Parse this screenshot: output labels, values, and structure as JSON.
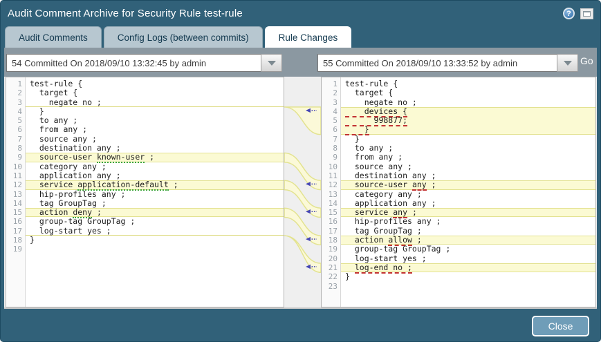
{
  "window": {
    "title": "Audit Comment Archive for Security Rule test-rule",
    "help_glyph": "?"
  },
  "tabs": [
    {
      "label": "Audit Comments",
      "active": false
    },
    {
      "label": "Config Logs (between commits)",
      "active": false
    },
    {
      "label": "Rule Changes",
      "active": true
    }
  ],
  "toolbar": {
    "left_commit": "54 Committed On 2018/09/10 13:32:45 by admin",
    "right_commit": "55 Committed On 2018/09/10 13:33:52 by admin",
    "go_label": "Go"
  },
  "diff": {
    "left_pane": {
      "lines": [
        {
          "n": 1,
          "parts": [
            {
              "t": "test-rule {"
            }
          ]
        },
        {
          "n": 2,
          "parts": [
            {
              "t": "  target {"
            }
          ]
        },
        {
          "n": 3,
          "mb": true,
          "parts": [
            {
              "t": "    negate no ;"
            }
          ]
        },
        {
          "n": 4,
          "parts": [
            {
              "t": "  }"
            }
          ]
        },
        {
          "n": 5,
          "parts": [
            {
              "t": "  to any ;"
            }
          ]
        },
        {
          "n": 6,
          "parts": [
            {
              "t": "  from any ;"
            }
          ]
        },
        {
          "n": 7,
          "parts": [
            {
              "t": "  source any ;"
            }
          ]
        },
        {
          "n": 8,
          "parts": [
            {
              "t": "  destination any ;"
            }
          ]
        },
        {
          "n": 9,
          "hl": true,
          "bt": true,
          "bb": true,
          "parts": [
            {
              "t": "  source-user "
            },
            {
              "t": "known-user",
              "m": "del"
            },
            {
              "t": " ;"
            }
          ]
        },
        {
          "n": 10,
          "parts": [
            {
              "t": "  category any ;"
            }
          ]
        },
        {
          "n": 11,
          "parts": [
            {
              "t": "  application any ;"
            }
          ]
        },
        {
          "n": 12,
          "hl": true,
          "bt": true,
          "bb": true,
          "parts": [
            {
              "t": "  service "
            },
            {
              "t": "application-default",
              "m": "del"
            },
            {
              "t": " ;"
            }
          ]
        },
        {
          "n": 13,
          "parts": [
            {
              "t": "  hip-profiles any ;"
            }
          ]
        },
        {
          "n": 14,
          "parts": [
            {
              "t": "  tag GroupTag ;"
            }
          ]
        },
        {
          "n": 15,
          "hl": true,
          "bt": true,
          "bb": true,
          "parts": [
            {
              "t": "  action "
            },
            {
              "t": "deny",
              "m": "del"
            },
            {
              "t": " ;"
            }
          ]
        },
        {
          "n": 16,
          "parts": [
            {
              "t": "  group-tag GroupTag ;"
            }
          ]
        },
        {
          "n": 17,
          "mb": true,
          "parts": [
            {
              "t": "  log-start yes ;"
            }
          ]
        },
        {
          "n": 18,
          "parts": [
            {
              "t": "}"
            }
          ]
        },
        {
          "n": 19,
          "parts": [
            {
              "t": ""
            }
          ]
        }
      ]
    },
    "right_pane": {
      "lines": [
        {
          "n": 1,
          "parts": [
            {
              "t": "test-rule {"
            }
          ]
        },
        {
          "n": 2,
          "parts": [
            {
              "t": "  target {"
            }
          ]
        },
        {
          "n": 3,
          "parts": [
            {
              "t": "    negate no ;"
            }
          ]
        },
        {
          "n": 4,
          "hl": true,
          "bt": true,
          "parts": [
            {
              "t": "    devices {",
              "m": "add"
            }
          ]
        },
        {
          "n": 5,
          "hl": true,
          "parts": [
            {
              "t": "      998877;",
              "m": "add"
            }
          ]
        },
        {
          "n": 6,
          "hl": true,
          "bb": true,
          "parts": [
            {
              "t": "    }",
              "m": "add"
            }
          ]
        },
        {
          "n": 7,
          "parts": [
            {
              "t": "  }"
            }
          ]
        },
        {
          "n": 8,
          "parts": [
            {
              "t": "  to any ;"
            }
          ]
        },
        {
          "n": 9,
          "parts": [
            {
              "t": "  from any ;"
            }
          ]
        },
        {
          "n": 10,
          "parts": [
            {
              "t": "  source any ;"
            }
          ]
        },
        {
          "n": 11,
          "parts": [
            {
              "t": "  destination any ;"
            }
          ]
        },
        {
          "n": 12,
          "hl": true,
          "bt": true,
          "bb": true,
          "parts": [
            {
              "t": "  source-user "
            },
            {
              "t": "any",
              "m": "add"
            },
            {
              "t": " ;"
            }
          ]
        },
        {
          "n": 13,
          "parts": [
            {
              "t": "  category any ;"
            }
          ]
        },
        {
          "n": 14,
          "parts": [
            {
              "t": "  application any ;"
            }
          ]
        },
        {
          "n": 15,
          "hl": true,
          "bt": true,
          "bb": true,
          "parts": [
            {
              "t": "  service "
            },
            {
              "t": "any",
              "m": "add"
            },
            {
              "t": " ;"
            }
          ]
        },
        {
          "n": 16,
          "parts": [
            {
              "t": "  hip-profiles any ;"
            }
          ]
        },
        {
          "n": 17,
          "parts": [
            {
              "t": "  tag GroupTag ;"
            }
          ]
        },
        {
          "n": 18,
          "hl": true,
          "bt": true,
          "bb": true,
          "parts": [
            {
              "t": "  action "
            },
            {
              "t": "allow",
              "m": "add"
            },
            {
              "t": " ;"
            }
          ]
        },
        {
          "n": 19,
          "parts": [
            {
              "t": "  group-tag GroupTag ;"
            }
          ]
        },
        {
          "n": 20,
          "parts": [
            {
              "t": "  log-start yes ;"
            }
          ]
        },
        {
          "n": 21,
          "hl": true,
          "bt": true,
          "bb": true,
          "parts": [
            {
              "t": "  "
            },
            {
              "t": "log-end no ;",
              "m": "add"
            }
          ]
        },
        {
          "n": 22,
          "parts": [
            {
              "t": "}"
            }
          ]
        },
        {
          "n": 23,
          "parts": [
            {
              "t": ""
            }
          ]
        }
      ]
    },
    "connectors": [
      {
        "l1": 3,
        "l2": 3,
        "r1": 3,
        "r2": 6
      },
      {
        "l1": 8,
        "l2": 9,
        "r1": 11,
        "r2": 12
      },
      {
        "l1": 11,
        "l2": 12,
        "r1": 14,
        "r2": 15
      },
      {
        "l1": 14,
        "l2": 15,
        "r1": 17,
        "r2": 18
      },
      {
        "l1": 17,
        "l2": 17,
        "r1": 20,
        "r2": 21
      }
    ]
  },
  "footer": {
    "close_label": "Close"
  },
  "colors": {
    "chrome_teal": "#316179",
    "toolbar_band": "#8b98a1",
    "tab_inactive": "#b7c7d0",
    "tab_active": "#ffffff",
    "diff_highlight": "#fbfad3",
    "diff_highlight_border": "#e3e291",
    "added_underline_red": "#c23232",
    "removed_underline_green": "#3ba43b",
    "connector_fill": "#fbf9d8",
    "connector_stroke": "#e3e390",
    "merge_arrow_blue": "#4646b4",
    "help_icon_blue": "#2a6aa6",
    "close_button_bg": "#6f9db8"
  }
}
